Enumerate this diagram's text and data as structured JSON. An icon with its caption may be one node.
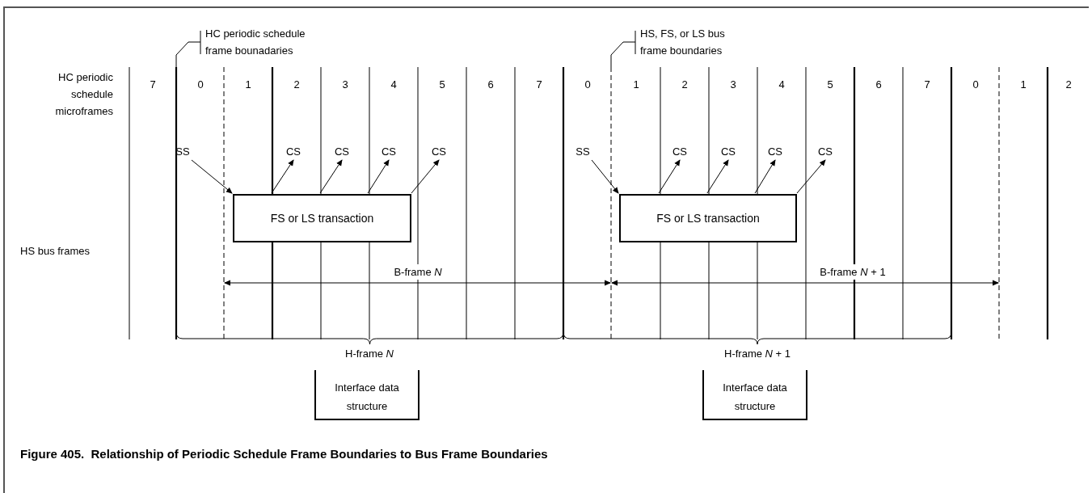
{
  "diagram": {
    "caption": "Figure 405.  Relationship of Periodic Schedule Frame Boundaries to Bus Frame Boundaries",
    "nodes": [
      {
        "text": [
          "HC periodic schedule frame bounadaries"
        ]
      },
      {
        "text": [
          "HS, FS, or LS bus frame boundaries"
        ]
      },
      {
        "text": [
          "SS"
        ]
      },
      {
        "text": [
          "CS"
        ]
      },
      {
        "text": [
          "CS"
        ]
      },
      {
        "text": [
          "CS"
        ]
      },
      {
        "text": [
          "CS"
        ]
      },
      {
        "text": [
          "FS or LS transaction"
        ]
      },
      {
        "text": [
          "SS"
        ]
      },
      {
        "text": [
          "CS"
        ]
      },
      {
        "text": [
          "CS"
        ]
      },
      {
        "text": [
          "CS"
        ]
      },
      {
        "text": [
          "CS"
        ]
      },
      {
        "text": [
          "FS or LS transaction"
        ]
      },
      {
        "text": [
          "Interface data structure"
        ]
      },
      {
        "text": [
          "Interface data structure"
        ]
      },
      {
        "text": [],
        "shape": "line"
      },
      {
        "text": [],
        "shape": "line"
      }
    ],
    "edges": [
      {
        "from": 0,
        "to": 16,
        "arrow": "none"
      },
      {
        "from": 1,
        "to": 17,
        "arrow": "none"
      },
      {
        "from": 2,
        "to": 7,
        "arrow": "to"
      },
      {
        "from": 7,
        "to": 3,
        "arrow": "to"
      },
      {
        "from": 7,
        "to": 4,
        "arrow": "to"
      },
      {
        "from": 7,
        "to": 5,
        "arrow": "to"
      },
      {
        "from": 7,
        "to": 6,
        "arrow": "to"
      },
      {
        "from": 8,
        "to": 13,
        "arrow": "to"
      },
      {
        "from": 13,
        "to": 9,
        "arrow": "to"
      },
      {
        "from": 13,
        "to": 10,
        "arrow": "to"
      },
      {
        "from": 13,
        "to": 11,
        "arrow": "to"
      },
      {
        "from": 13,
        "to": 12,
        "arrow": "to"
      }
    ],
    "labels": [
      "HC periodic schedule microframes",
      "7",
      "0",
      "1",
      "2",
      "3",
      "4",
      "5",
      "6",
      "7",
      "0",
      "1",
      "2",
      "3",
      "4",
      "5",
      "6",
      "7",
      "0",
      "1",
      "2",
      "HS bus frames",
      "B-frame *N*",
      "B-frame *N* + 1",
      "H-frame *N*",
      "H-frame *N* + 1"
    ]
  }
}
